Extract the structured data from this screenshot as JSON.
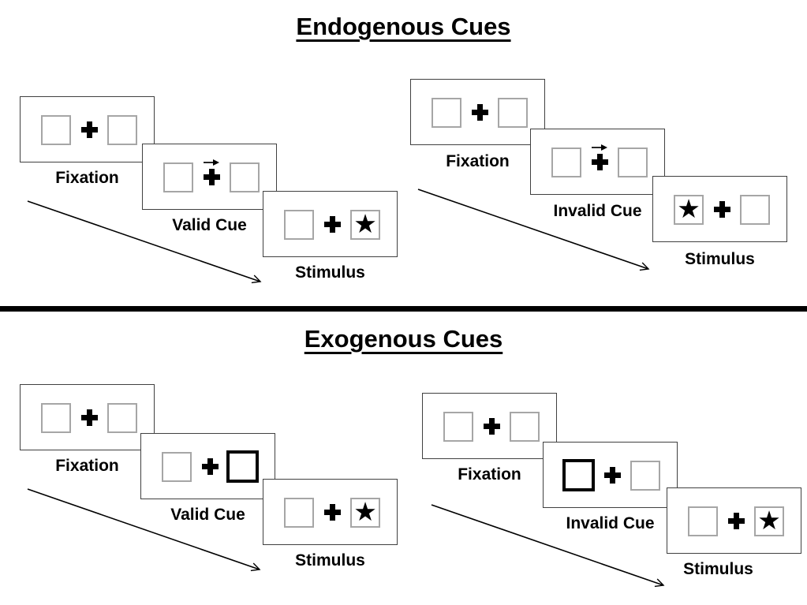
{
  "diagram": "Posner spatial cueing paradigm trial sequences",
  "colors": {
    "background": "#ffffff",
    "slide_border": "#404040",
    "placeholder_box_border": "#a6a6a6",
    "ink": "#000000"
  },
  "icons": {
    "star": "★",
    "fixation_cross": "heavy-plus",
    "cue_arrow": "right-arrow"
  },
  "divider": {
    "style": "thick-black-horizontal-rule"
  },
  "sections": [
    {
      "title": "Endogenous Cues",
      "panels": [
        {
          "name": "valid-trial",
          "slides": [
            {
              "label": "Fixation",
              "type": "fixation"
            },
            {
              "label": "Valid Cue",
              "type": "endogenous-cue",
              "cue_direction": "right"
            },
            {
              "label": "Stimulus",
              "type": "stimulus",
              "star_side": "right"
            }
          ]
        },
        {
          "name": "invalid-trial",
          "slides": [
            {
              "label": "Fixation",
              "type": "fixation"
            },
            {
              "label": "Invalid Cue",
              "type": "endogenous-cue",
              "cue_direction": "right"
            },
            {
              "label": "Stimulus",
              "type": "stimulus",
              "star_side": "left"
            }
          ]
        }
      ]
    },
    {
      "title": "Exogenous Cues",
      "panels": [
        {
          "name": "valid-trial",
          "slides": [
            {
              "label": "Fixation",
              "type": "fixation"
            },
            {
              "label": "Valid Cue",
              "type": "exogenous-cue",
              "cue_side": "right"
            },
            {
              "label": "Stimulus",
              "type": "stimulus",
              "star_side": "right"
            }
          ]
        },
        {
          "name": "invalid-trial",
          "slides": [
            {
              "label": "Fixation",
              "type": "fixation"
            },
            {
              "label": "Invalid Cue",
              "type": "exogenous-cue",
              "cue_side": "left"
            },
            {
              "label": "Stimulus",
              "type": "stimulus",
              "star_side": "right"
            }
          ]
        }
      ]
    }
  ]
}
